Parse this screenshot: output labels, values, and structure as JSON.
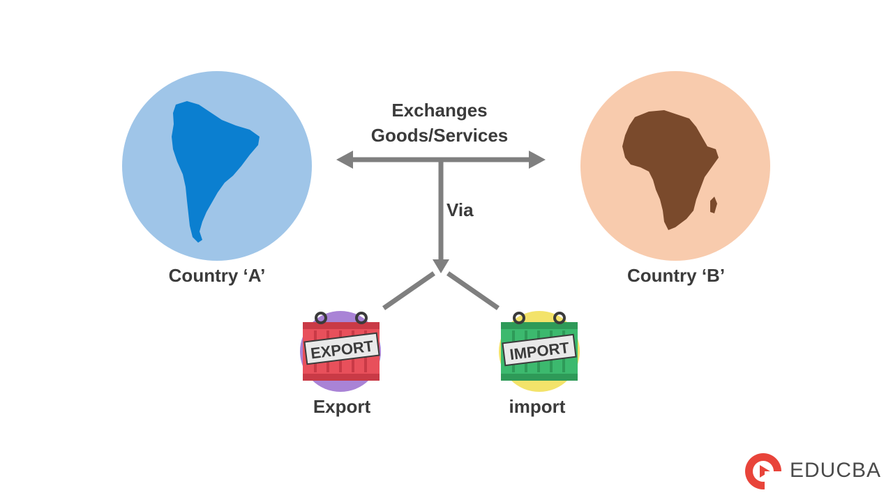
{
  "diagram": {
    "country_a": {
      "label": "Country ‘A’",
      "circle_color": "#9fc5e8",
      "map_color": "#0b7fd0",
      "icon": "south-america-map-icon"
    },
    "country_b": {
      "label": "Country ‘B’",
      "circle_color": "#f8cbad",
      "map_color": "#7a4a2c",
      "icon": "africa-map-icon"
    },
    "exchange": {
      "line1": "Exchanges",
      "line2": "Goods/Services"
    },
    "via": "Via",
    "arrow_color": "#7f7f7f",
    "export": {
      "label": "Export",
      "tag": "EXPORT",
      "container_color": "#e8505b",
      "circle_color": "#a983d6",
      "icon": "export-container-icon"
    },
    "import": {
      "label": "import",
      "tag": "IMPORT",
      "container_color": "#3cb96e",
      "circle_color": "#f3e36a",
      "icon": "import-container-icon"
    }
  },
  "logo": {
    "text": "EDUCBA",
    "color": "#e8443a"
  }
}
